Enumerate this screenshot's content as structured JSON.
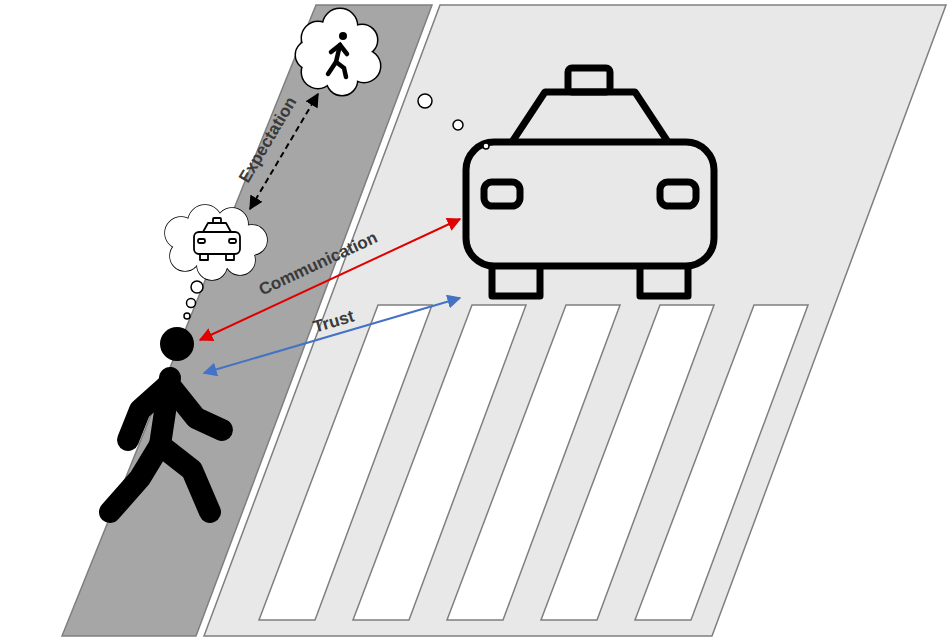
{
  "diagram": {
    "labels": [
      "Expectation",
      "Communication",
      "Trust"
    ]
  }
}
